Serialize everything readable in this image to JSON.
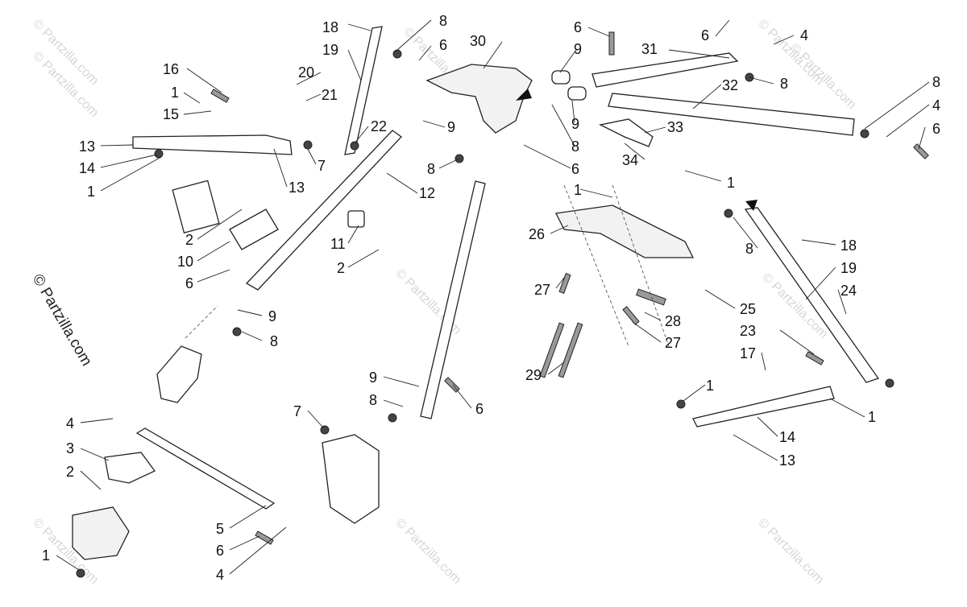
{
  "watermarks": [
    "© Partzilla.com",
    "© Partzilla.com",
    "© Partzilla.com",
    "© Partzilla.com",
    "© Partzilla.com",
    "© Partzilla.com",
    "© Partzilla.com",
    "© Partzilla.com",
    "© Partzilla.com",
    "© Partzilla.com"
  ],
  "main_watermark": "© Partzilla.com",
  "callouts": [
    "18",
    "8",
    "19",
    "6",
    "30",
    "6",
    "9",
    "31",
    "6",
    "4",
    "16",
    "20",
    "21",
    "1",
    "15",
    "8",
    "32",
    "8",
    "9",
    "4",
    "13",
    "22",
    "9",
    "8",
    "33",
    "6",
    "14",
    "7",
    "8",
    "6",
    "34",
    "1",
    "13",
    "12",
    "1",
    "1",
    "2",
    "11",
    "26",
    "8",
    "18",
    "10",
    "2",
    "19",
    "6",
    "27",
    "24",
    "9",
    "25",
    "8",
    "28",
    "23",
    "27",
    "17",
    "29",
    "1",
    "9",
    "7",
    "8",
    "6",
    "1",
    "4",
    "14",
    "3",
    "13",
    "2",
    "5",
    "6",
    "4",
    "1"
  ],
  "colors": {
    "ink": "#222222",
    "watermark": "#d6d6d6",
    "background": "#ffffff"
  }
}
